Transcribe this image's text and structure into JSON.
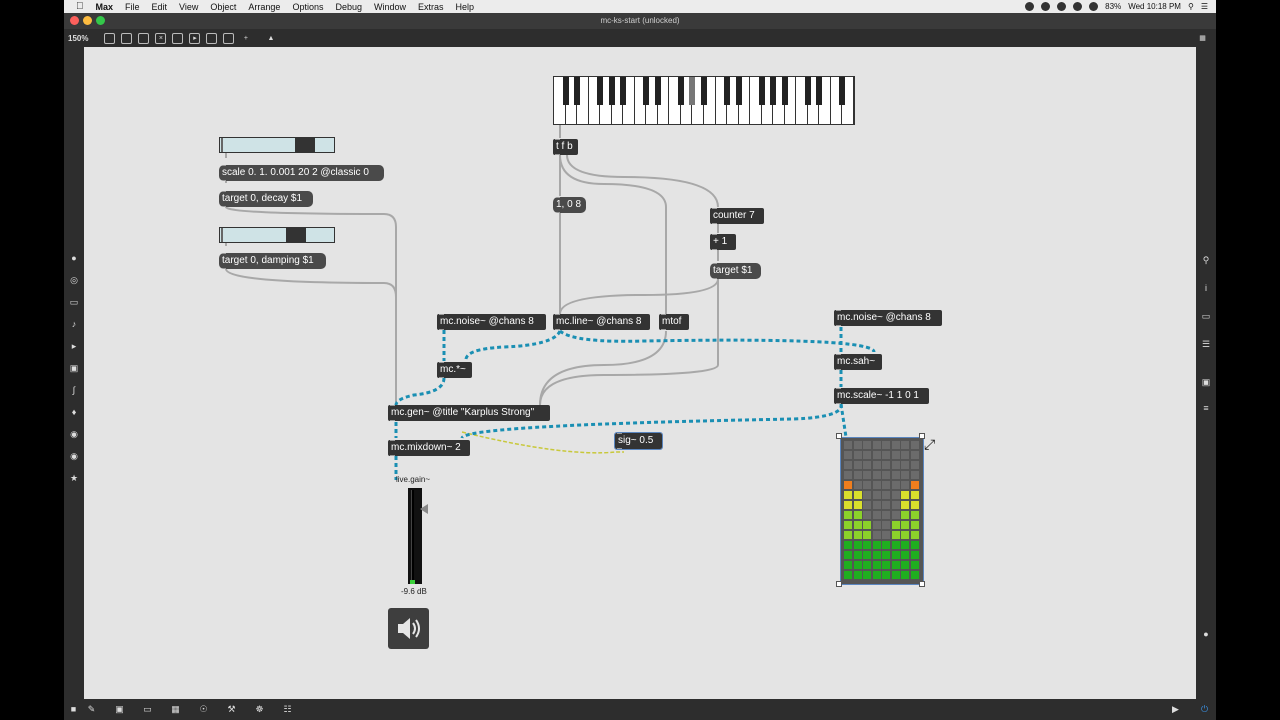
{
  "menubar": {
    "apple": "",
    "items": [
      "Max",
      "File",
      "Edit",
      "View",
      "Object",
      "Arrange",
      "Options",
      "Debug",
      "Window",
      "Extras",
      "Help"
    ],
    "battery": "83%",
    "clock": "Wed 10:18 PM"
  },
  "window": {
    "title": "mc-ks-start (unlocked)"
  },
  "toolbar": {
    "zoom": "150%"
  },
  "patch": {
    "scale_msg": "scale 0. 1. 0.001 20 2 @classic 0",
    "decay_msg": "target 0, decay $1",
    "damping_msg": "target 0, damping $1",
    "tfb": "t f b",
    "list_msg": "1, 0 8",
    "counter": "counter 7",
    "plus": "+ 1",
    "target_msg": "target $1",
    "noise1": "mc.noise~ @chans 8",
    "line": "mc.line~ @chans 8",
    "mtof": "mtof",
    "noise2": "mc.noise~ @chans 8",
    "times": "mc.*~",
    "sah": "mc.sah~",
    "gen": "mc.gen~ @title \"Karplus Strong\"",
    "scale2": "mc.scale~ -1 1 0 1",
    "mixdown": "mc.mixdown~ 2",
    "sig": "sig~ 0.5",
    "gain_label": "live.gain~",
    "gain_value": "-9.6 dB"
  },
  "sliders": {
    "decay_level": 0.8,
    "damping_level": 0.7
  },
  "colors": {
    "canvas": "#e4e4e4",
    "object": "#333333",
    "mc_cord": "#1a8fb3",
    "signal_cord": "#c8c83a"
  }
}
